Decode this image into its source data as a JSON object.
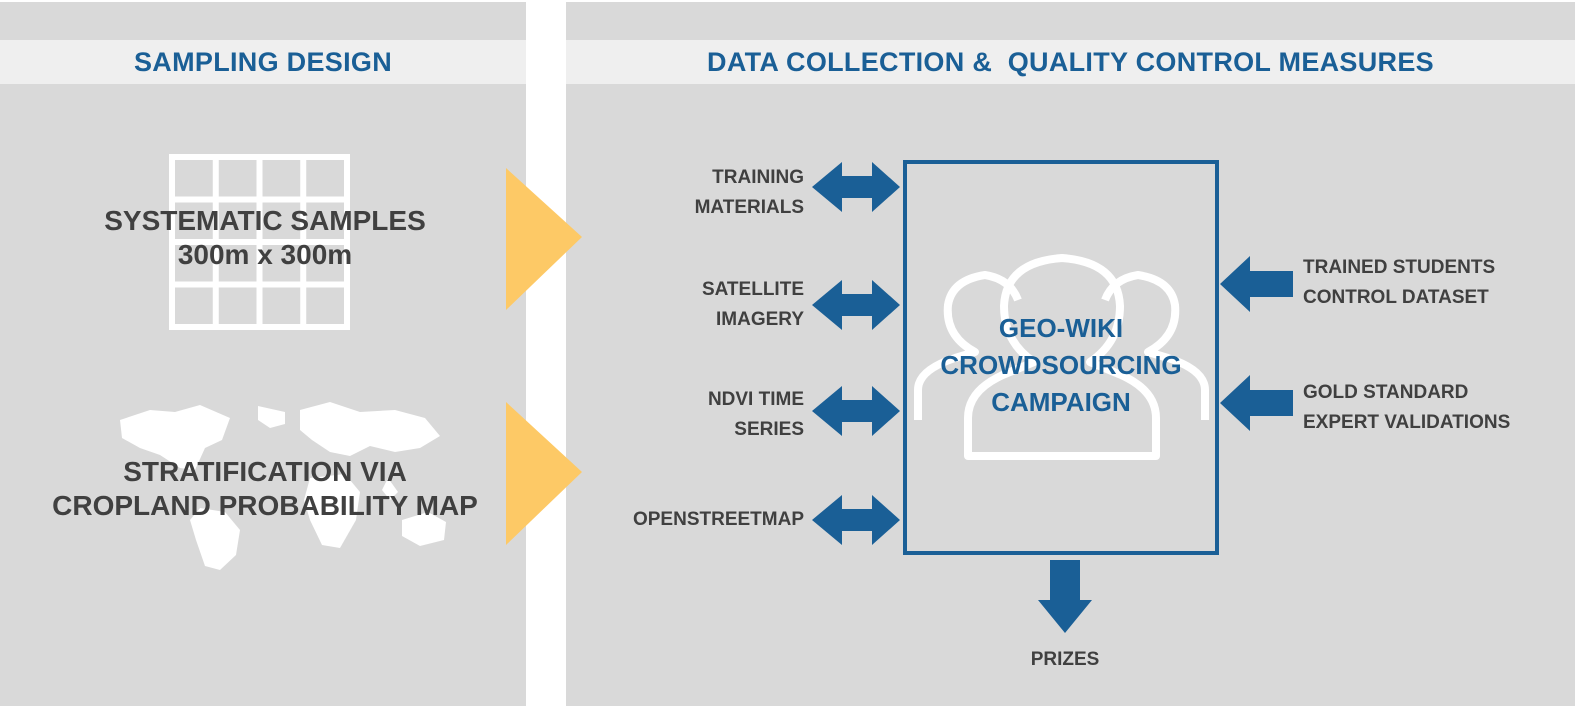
{
  "left_panel": {
    "header": "SAMPLING DESIGN",
    "systematic": {
      "line1": "SYSTEMATIC SAMPLES",
      "line2": "300m x 300m"
    },
    "stratification": {
      "line1": "STRATIFICATION VIA",
      "line2": "CROPLAND PROBABILITY MAP"
    }
  },
  "right_panel": {
    "header": "DATA COLLECTION &  QUALITY CONTROL MEASURES",
    "inputs": [
      {
        "line1": "TRAINING",
        "line2": "MATERIALS"
      },
      {
        "line1": "SATELLITE",
        "line2": "IMAGERY"
      },
      {
        "line1": "NDVI TIME",
        "line2": "SERIES"
      },
      {
        "line1": "OPENSTREETMAP",
        "line2": ""
      }
    ],
    "center": {
      "line1": "GEO-WIKI",
      "line2": "CROWDSOURCING",
      "line3": "CAMPAIGN"
    },
    "controls": [
      {
        "line1": "TRAINED STUDENTS",
        "line2": "CONTROL DATASET"
      },
      {
        "line1": "GOLD STANDARD",
        "line2": "EXPERT VALIDATIONS"
      }
    ],
    "output": "PRIZES"
  },
  "colors": {
    "blue": "#1a5f96",
    "text_gray": "#404040",
    "panel_gray": "#d9d9d9",
    "band": "#efefef",
    "arrow_yellow": "#fdc966"
  }
}
